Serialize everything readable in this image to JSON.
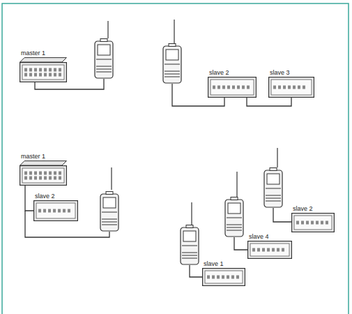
{
  "diagram": {
    "nodes": [
      {
        "text": [
          "master 1"
        ]
      },
      {
        "text": [
          "slave 2"
        ]
      },
      {
        "text": [
          "slave 3"
        ]
      },
      {
        "text": [
          "master 1"
        ]
      },
      {
        "text": [
          "slave 2"
        ]
      },
      {
        "text": [
          "slave 2"
        ]
      },
      {
        "text": [
          "slave 4"
        ]
      },
      {
        "text": [
          "slave 1"
        ]
      }
    ],
    "edges": [
      {
        "from": 1,
        "to": 2,
        "arrow": "none"
      },
      {
        "from": 3,
        "to": 4,
        "arrow": "none"
      }
    ]
  }
}
